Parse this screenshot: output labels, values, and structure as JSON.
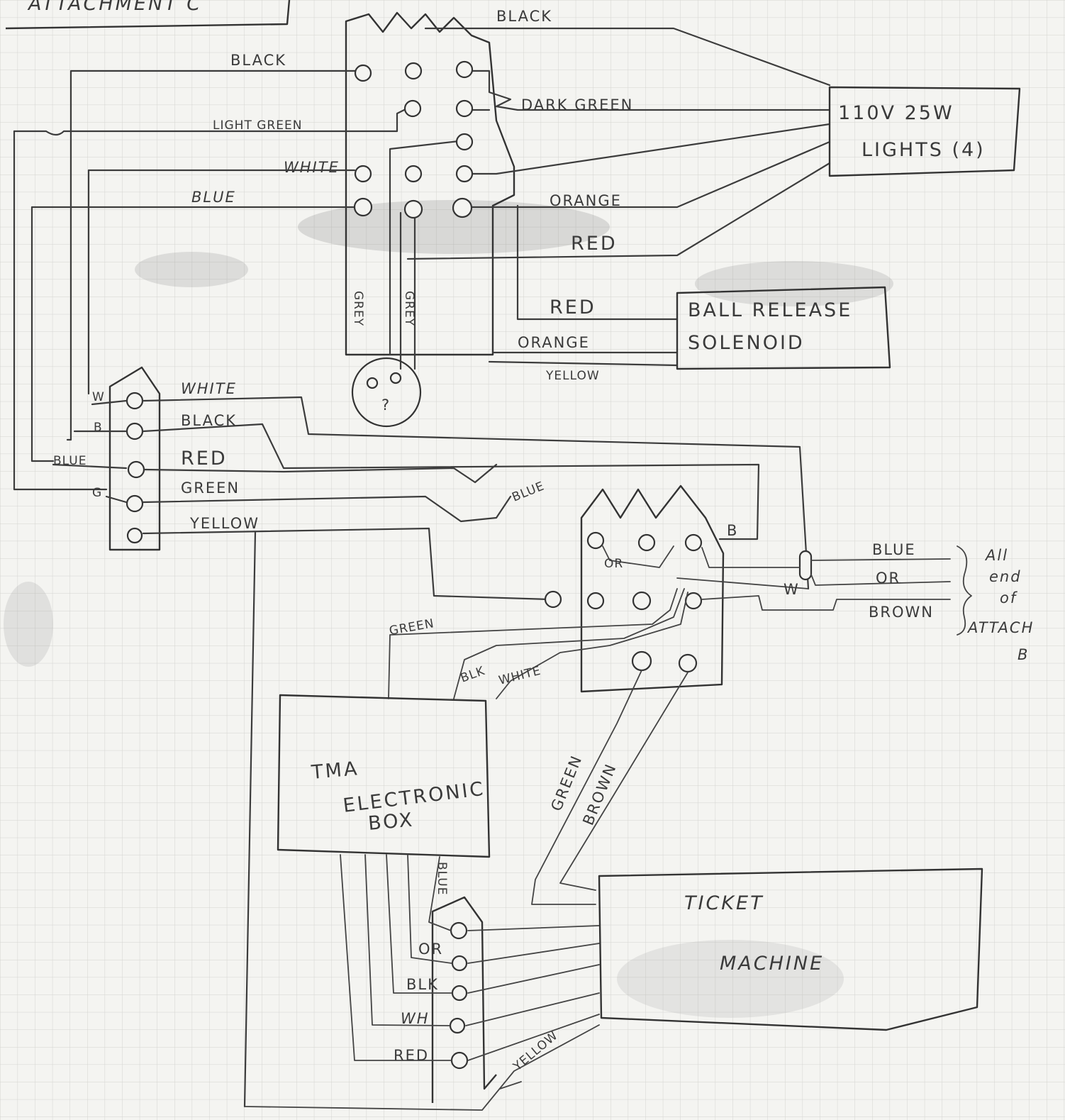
{
  "header": {
    "title": "ATTACHMENT C"
  },
  "lights": {
    "line1": "110V 25W",
    "line2": "LIGHTS (4)"
  },
  "solenoid": {
    "line1": "BALL RELEASE",
    "line2": "SOLENOID"
  },
  "electronic_box": {
    "line1": "TMA",
    "line2": "ELECTRONIC",
    "line3": "BOX"
  },
  "ticket_machine": {
    "line1": "TICKET",
    "line2": "MACHINE"
  },
  "plug": {
    "mark": "?"
  },
  "note": {
    "line1": "All",
    "line2": "end",
    "line3": "of",
    "line4": "ATTACH",
    "line5": "B"
  },
  "top_wires": {
    "black_top": "BLACK",
    "black_left": "BLACK",
    "dark_green": "DARK GREEN",
    "light_green": "LIGHT GREEN",
    "white": "WHITE",
    "blue": "BLUE",
    "orange": "ORANGE",
    "red": "RED",
    "grey_left": "GREY",
    "grey_right": "GREY",
    "red_solenoid": "RED",
    "orange_solenoid": "ORANGE",
    "yellow": "YELLOW"
  },
  "left_strip": {
    "pins": [
      "W",
      "B",
      "BLUE",
      "G"
    ],
    "wires": [
      "WHITE",
      "BLACK",
      "RED",
      "GREEN",
      "YELLOW"
    ]
  },
  "middle_wires": {
    "blue": "BLUE",
    "b": "B",
    "or": "OR",
    "w": "W",
    "ext_blue": "BLUE",
    "ext_or": "OR",
    "ext_brown": "BROWN",
    "green": "GREEN",
    "blk": "BLK",
    "white": "WHITE"
  },
  "bottom_wires": {
    "green": "GREEN",
    "brown": "BROWN",
    "blue": "BLUE",
    "or": "OR",
    "blk": "BLK",
    "wh": "WH",
    "red": "RED",
    "yellow": "YELLOW"
  }
}
